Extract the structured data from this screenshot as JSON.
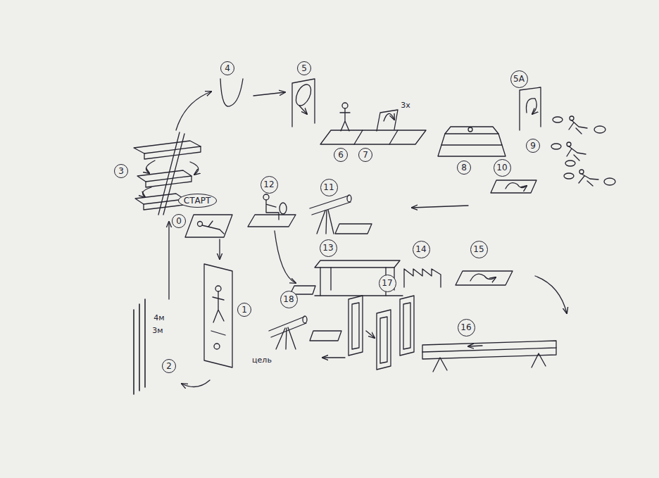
{
  "diagram": {
    "nodes": [
      {
        "text": [
          "4"
        ]
      },
      {
        "text": [
          "5"
        ]
      },
      {
        "text": [
          "5A"
        ]
      },
      {
        "text": [
          "3"
        ]
      },
      {
        "text": [
          "6"
        ]
      },
      {
        "text": [
          "7"
        ]
      },
      {
        "text": [
          "8"
        ]
      },
      {
        "text": [
          "9"
        ]
      },
      {
        "text": [
          "10"
        ]
      },
      {
        "text": [
          "12"
        ]
      },
      {
        "text": [
          "11"
        ]
      },
      {
        "text": [
          "СТАРТ"
        ]
      },
      {
        "text": [
          "0"
        ]
      },
      {
        "text": [
          "13"
        ]
      },
      {
        "text": [
          "14"
        ]
      },
      {
        "text": [
          "15"
        ]
      },
      {
        "text": [
          "1"
        ]
      },
      {
        "text": [
          "18"
        ]
      },
      {
        "text": [
          "17"
        ]
      },
      {
        "text": [
          "16"
        ]
      },
      {
        "text": [
          "2"
        ]
      }
    ],
    "labels": [
      "3x",
      "4м",
      "3м",
      "цель"
    ]
  }
}
